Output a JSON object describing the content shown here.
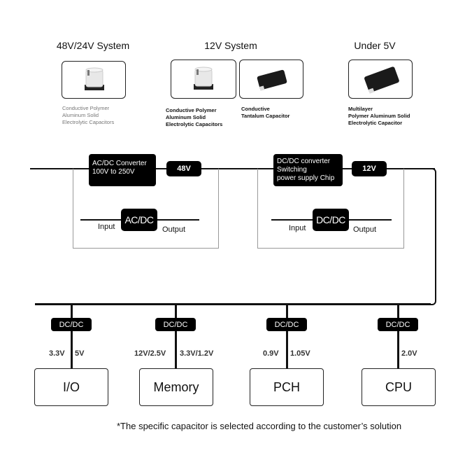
{
  "systems": [
    {
      "title": "48V/24V System"
    },
    {
      "title": "12V System"
    },
    {
      "title": "Under 5V"
    }
  ],
  "capacitors": [
    {
      "icon": "radial-electrolytic-capacitor-icon",
      "description": "Conductive Polymer\nAluminum Solid\nElectrolytic Capacitors"
    },
    {
      "icon": "radial-electrolytic-capacitor-icon",
      "description": "Conductive Polymer\nAluminum Solid\nElectrolytic Capacitors"
    },
    {
      "icon": "smd-tantalum-capacitor-icon",
      "description": "Conductive\nTantalum Capacitor"
    },
    {
      "icon": "smd-polymer-capacitor-icon",
      "description": "Multilayer\nPolymer Aluminum Solid\nElectrolytic Capacitor"
    }
  ],
  "stage1": {
    "converter": "AC/DC Converter\n100V to 250V",
    "output_voltage": "48V",
    "chip": "AC/DC",
    "input_label": "Input",
    "output_label": "Output"
  },
  "stage2": {
    "converter": "DC/DC converter\nSwitching\npower supply Chip",
    "output_voltage": "12V",
    "chip": "DC/DC",
    "input_label": "Input",
    "output_label": "Output"
  },
  "loads": [
    {
      "name": "I/O",
      "converter": "DC/DC",
      "left_voltage": "3.3V",
      "right_voltage": "5V"
    },
    {
      "name": "Memory",
      "converter": "DC/DC",
      "left_voltage": "12V/2.5V",
      "right_voltage": "3.3V/1.2V"
    },
    {
      "name": "PCH",
      "converter": "DC/DC",
      "left_voltage": "0.9V",
      "right_voltage": "1.05V"
    },
    {
      "name": "CPU",
      "converter": "DC/DC",
      "left_voltage": "",
      "right_voltage": "2.0V"
    }
  ],
  "footnote": "*The specific capacitor is selected according to the customer’s solution"
}
